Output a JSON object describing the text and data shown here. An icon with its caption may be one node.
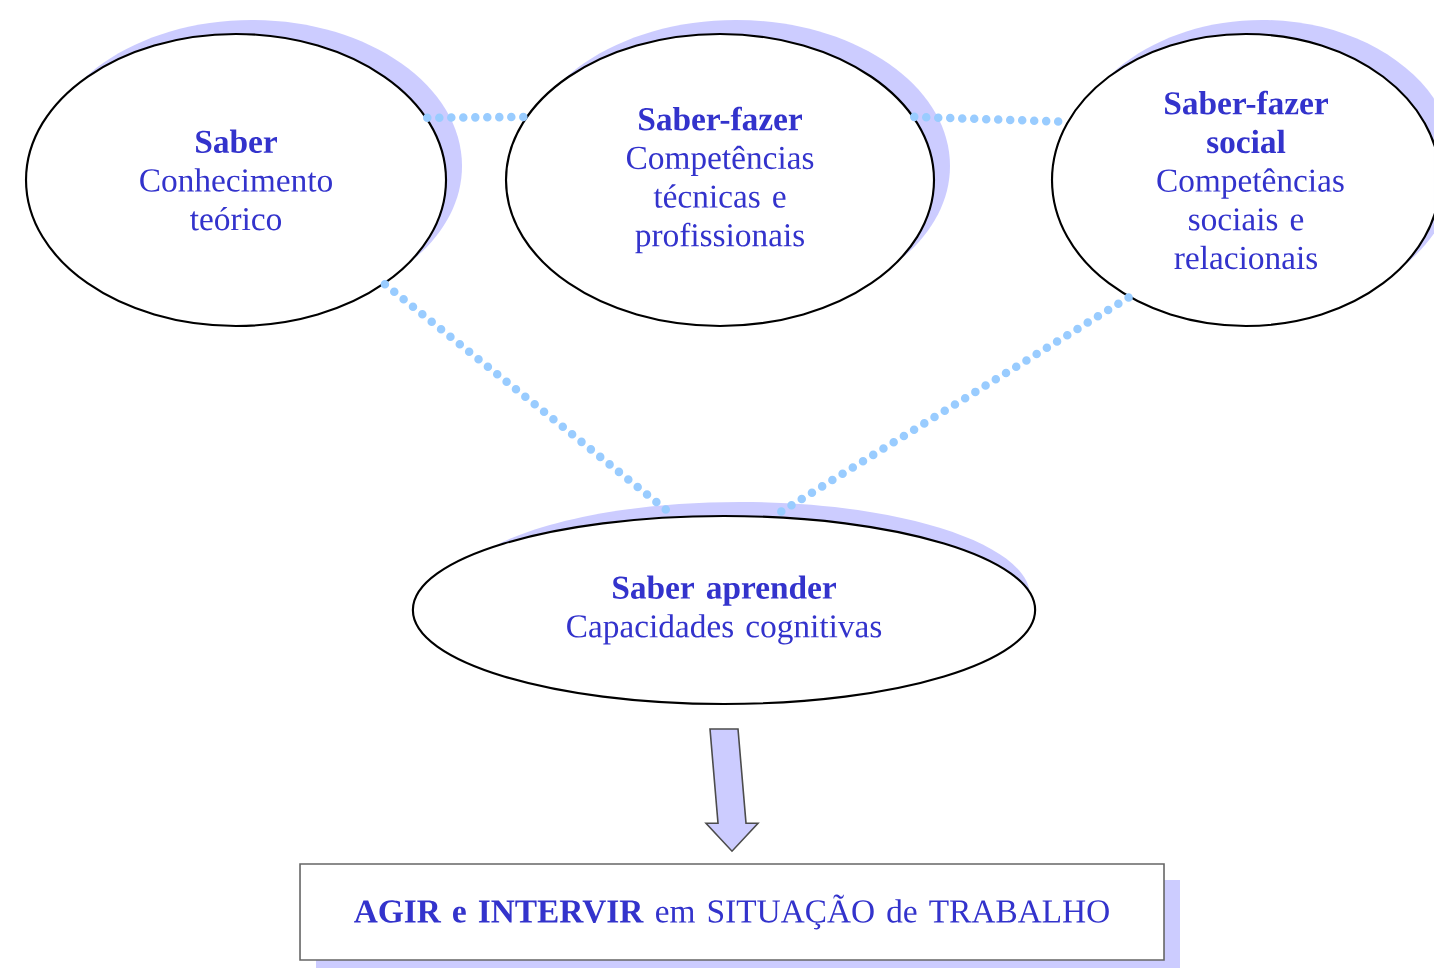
{
  "diagram": {
    "nodes": [
      {
        "text": [
          "Saber",
          "Conhecimento teórico"
        ]
      },
      {
        "text": [
          "Saber-fazer",
          "Competências técnicas e profissionais"
        ]
      },
      {
        "text": [
          "Saber-fazer social",
          "Competências sociais e relacionais"
        ]
      },
      {
        "text": [
          "Saber aprender",
          "Capacidades cognitivas"
        ]
      },
      {
        "text": [
          "**AGIR e INTERVIR** em SITUAÇÃO de TRABALHO"
        ]
      }
    ],
    "edges": [
      {
        "from": 0,
        "to": 1,
        "arrow": "none"
      },
      {
        "from": 1,
        "to": 2,
        "arrow": "none"
      },
      {
        "from": 0,
        "to": 3,
        "arrow": "none"
      },
      {
        "from": 2,
        "to": 3,
        "arrow": "none"
      },
      {
        "from": 3,
        "to": 4,
        "arrow": "to",
        "style": "thick",
        "color": "#ccccff"
      }
    ]
  }
}
